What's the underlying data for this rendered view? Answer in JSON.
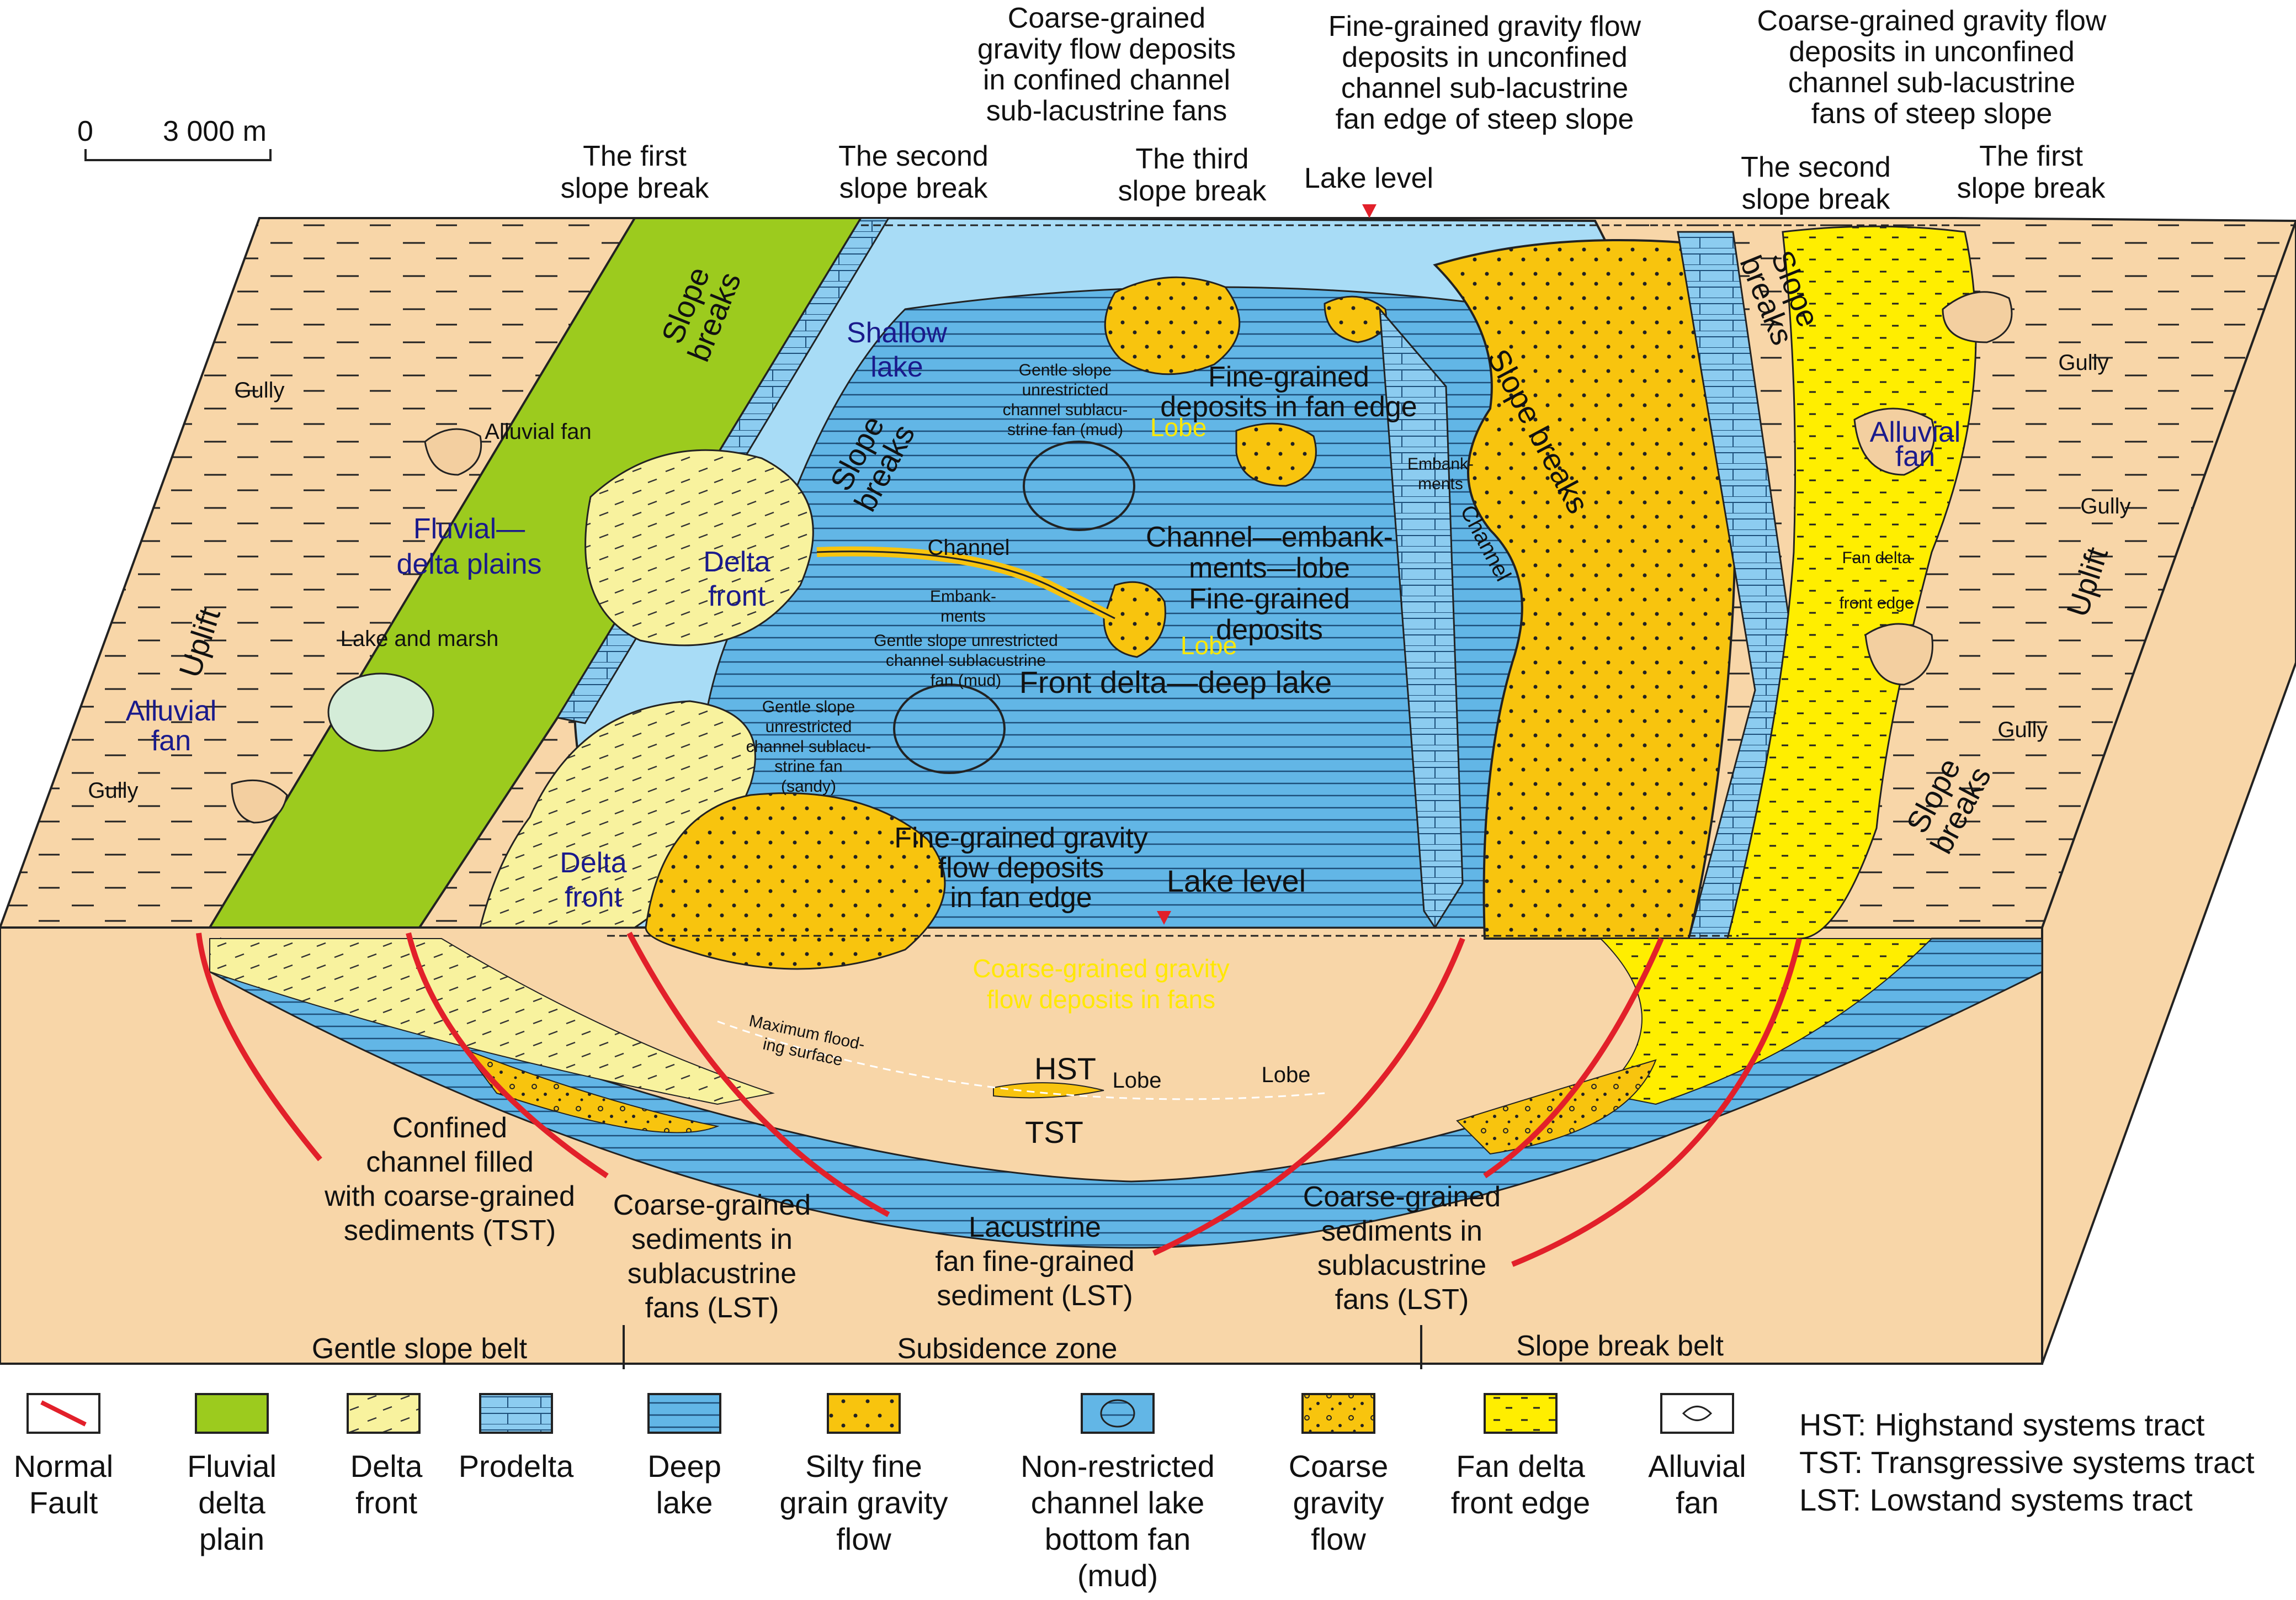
{
  "scale_bar": {
    "zero": "0",
    "distance": "3 000 m"
  },
  "top_labels": {
    "first_slope_break_left": [
      "The first",
      "slope break"
    ],
    "second_slope_break_left": [
      "The second",
      "slope break"
    ],
    "third_slope_break": [
      "The third",
      "slope break"
    ],
    "lake_level_top": "Lake level",
    "second_slope_break_right": [
      "The second",
      "slope break"
    ],
    "first_slope_break_right": [
      "The first",
      "slope break"
    ],
    "coarse_confined": [
      "Coarse-grained",
      "gravity flow deposits",
      "in confined channel",
      "sub-lacustrine fans"
    ],
    "fine_unconfined": [
      "Fine-grained gravity flow",
      "deposits in unconfined",
      "channel sub-lacustrine",
      "fan edge of steep slope"
    ],
    "coarse_unconfined_steep": [
      "Coarse-grained gravity flow",
      "deposits in unconfined",
      "channel sub-lacustrine",
      "fans of steep slope"
    ]
  },
  "map_labels": {
    "gully_1": "Gully",
    "alluvial_fan_1": "Alluvial fan",
    "fluvial_delta_plains": [
      "Fluvial—",
      "delta plains"
    ],
    "uplift_left": "Uplift",
    "lake_and_marsh": "Lake and marsh",
    "alluvial_fan_2": [
      "Alluvial",
      "fan"
    ],
    "gully_2": "Gully",
    "slope_breaks_1": [
      "Slope",
      "breaks"
    ],
    "shallow_lake": [
      "Shallow",
      "lake"
    ],
    "slope_breaks_2": [
      "Slope",
      "breaks"
    ],
    "delta_front_1": [
      "Delta",
      "front"
    ],
    "delta_front_2": [
      "Delta",
      "front"
    ],
    "gentle_mud_1": [
      "Gentle slope",
      "unrestricted",
      "channel sublacu-",
      "strine fan (mud)"
    ],
    "channel_1": "Channel",
    "embankments_1": [
      "Embank-",
      "ments"
    ],
    "gentle_mud_2": [
      "Gentle slope unrestricted",
      "channel sublacustrine",
      "fan (mud)"
    ],
    "gentle_sandy": [
      "Gentle slope",
      "unrestricted",
      "channel sublacu-",
      "strine fan",
      "(sandy)"
    ],
    "lobe_1": "Lobe",
    "lobe_2": "Lobe",
    "fine_fan_edge_1": [
      "Fine-grained",
      "deposits in fan edge"
    ],
    "cel_block": [
      "Channel—embank-",
      "ments—lobe",
      "Fine-grained",
      "deposits"
    ],
    "front_delta_deep_lake": "Front delta—deep lake",
    "embankments_2": [
      "Embank-",
      "ments"
    ],
    "channel_2": "Channel",
    "slope_breaks_3": "Slope breaks",
    "slope_breaks_4": [
      "Slope",
      "breaks"
    ],
    "fine_fan_edge_2": [
      "Fine-grained gravity",
      "flow deposits",
      "in fan edge"
    ],
    "lake_level_mid": "Lake level",
    "coarse_fans_yellow": [
      "Coarse-grained gravity",
      "flow deposits in fans"
    ],
    "gully_3": "Gully",
    "alluvial_fan_3": [
      "Alluvial",
      "fan"
    ],
    "gully_4": "Gully",
    "fan_delta_front_edge": [
      "Fan delta",
      "front edge"
    ],
    "uplift_right": "Uplift",
    "gully_5": "Gully",
    "slope_breaks_5": [
      "Slope",
      "breaks"
    ]
  },
  "section_labels": {
    "max_flooding": [
      "Maximum flood-",
      "ing surface"
    ],
    "hst": "HST",
    "tst": "TST",
    "lobe_a": "Lobe",
    "lobe_b": "Lobe",
    "confined_channel": [
      "Confined",
      "channel filled",
      "with coarse-grained",
      "sediments (TST)"
    ],
    "coarse_sublac_1": [
      "Coarse-grained",
      "sediments in",
      "sublacustrine",
      "fans (LST)"
    ],
    "lacustrine_fan_fine": [
      "Lacustrine",
      "fan fine-grained",
      "sediment (LST)"
    ],
    "coarse_sublac_2": [
      "Coarse-grained",
      "sediments in",
      "sublacustrine",
      "fans (LST)"
    ]
  },
  "belts": {
    "gentle": "Gentle slope belt",
    "subsidence": "Subsidence zone",
    "slope_break": "Slope break belt"
  },
  "legend": [
    {
      "key": "normal_fault",
      "label": [
        "Normal",
        "Fault"
      ]
    },
    {
      "key": "fluvial_delta_plain",
      "label": [
        "Fluvial",
        "delta",
        "plain"
      ]
    },
    {
      "key": "delta_front",
      "label": [
        "Delta",
        "front"
      ]
    },
    {
      "key": "prodelta",
      "label": [
        "Prodelta"
      ]
    },
    {
      "key": "deep_lake",
      "label": [
        "Deep",
        "lake"
      ]
    },
    {
      "key": "silty_fine",
      "label": [
        "Silty fine",
        "grain gravity",
        "flow"
      ]
    },
    {
      "key": "non_restricted",
      "label": [
        "Non-restricted",
        "channel lake",
        "bottom fan",
        "(mud)"
      ]
    },
    {
      "key": "coarse_gravity",
      "label": [
        "Coarse",
        "gravity",
        "flow"
      ]
    },
    {
      "key": "fan_delta_front_edge",
      "label": [
        "Fan delta",
        "front edge"
      ]
    },
    {
      "key": "alluvial_fan",
      "label": [
        "Alluvial",
        "fan"
      ]
    }
  ],
  "abbreviations": [
    "HST: Highstand systems tract",
    "TST: Transgressive systems tract",
    "LST: Lowstand systems tract"
  ],
  "colors": {
    "land": "#f8d6a8",
    "fluvial_green": "#9ccb1e",
    "delta_front": "#f8f29e",
    "shallow_lake": "#a8dcf6",
    "deep_lake": "#62b6e6",
    "gravity_orange": "#f8c40e",
    "fan_delta_yellow": "#ffee00",
    "fault_red": "#e2202a"
  }
}
